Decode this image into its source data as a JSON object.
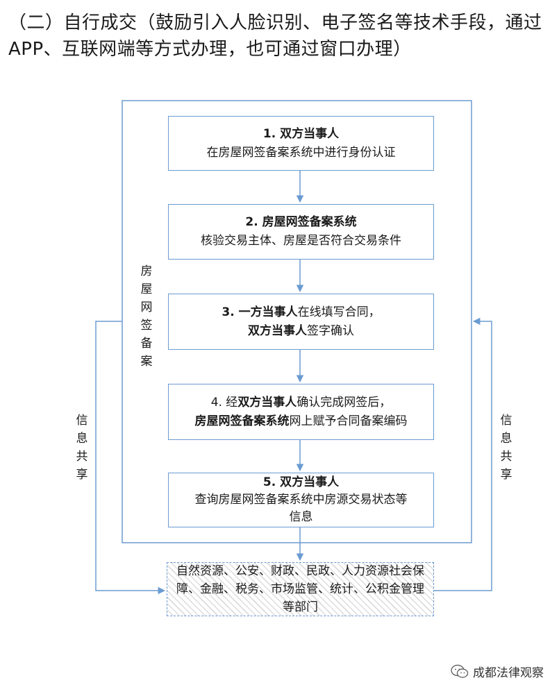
{
  "heading": "（二）自行成交（鼓励引入人脸识别、电子签名等技术手段，通过APP、互联网端等方式办理，也可通过窗口办理）",
  "outer_label": [
    "房",
    "屋",
    "网",
    "签",
    "备",
    "案"
  ],
  "left_label": [
    "信",
    "息",
    "共",
    "享"
  ],
  "right_label": [
    "信",
    "息",
    "共",
    "享"
  ],
  "steps": [
    {
      "line1": [
        {
          "b": "1. 双方当事人"
        }
      ],
      "line2": [
        {
          "t": "在房屋网签备案系统中进行身份认证"
        }
      ]
    },
    {
      "line1": [
        {
          "b": "2. 房屋网签备案系统"
        }
      ],
      "line2": [
        {
          "t": "核验交易主体、房屋是否符合交易条件"
        }
      ]
    },
    {
      "line1": [
        {
          "b": "3. 一方当事人"
        },
        {
          "t": "在线填写合同，"
        }
      ],
      "line2": [
        {
          "b": "双方当事人"
        },
        {
          "t": "签字确认"
        }
      ]
    },
    {
      "line1": [
        {
          "t": "4. 经"
        },
        {
          "b": "双方当事人"
        },
        {
          "t": "确认完成网签后，"
        }
      ],
      "line2": [
        {
          "b": "房屋网签备案系统"
        },
        {
          "t": "网上赋予合同备案编码"
        }
      ]
    },
    {
      "line1": [
        {
          "b": "5. 双方当事人"
        }
      ],
      "line2": [
        {
          "t": "查询房屋网签备案系统中房源交易状态等"
        }
      ],
      "line3": [
        {
          "t": "信息"
        }
      ]
    }
  ],
  "departments": "自然资源、公安、财政、民政、人力资源社会保障、金融、税务、市场监管、统计、公积金管理等部门",
  "watermark": "成都法律观察",
  "colors": {
    "line": "#6a9bd1",
    "border": "#6a9bd1"
  }
}
